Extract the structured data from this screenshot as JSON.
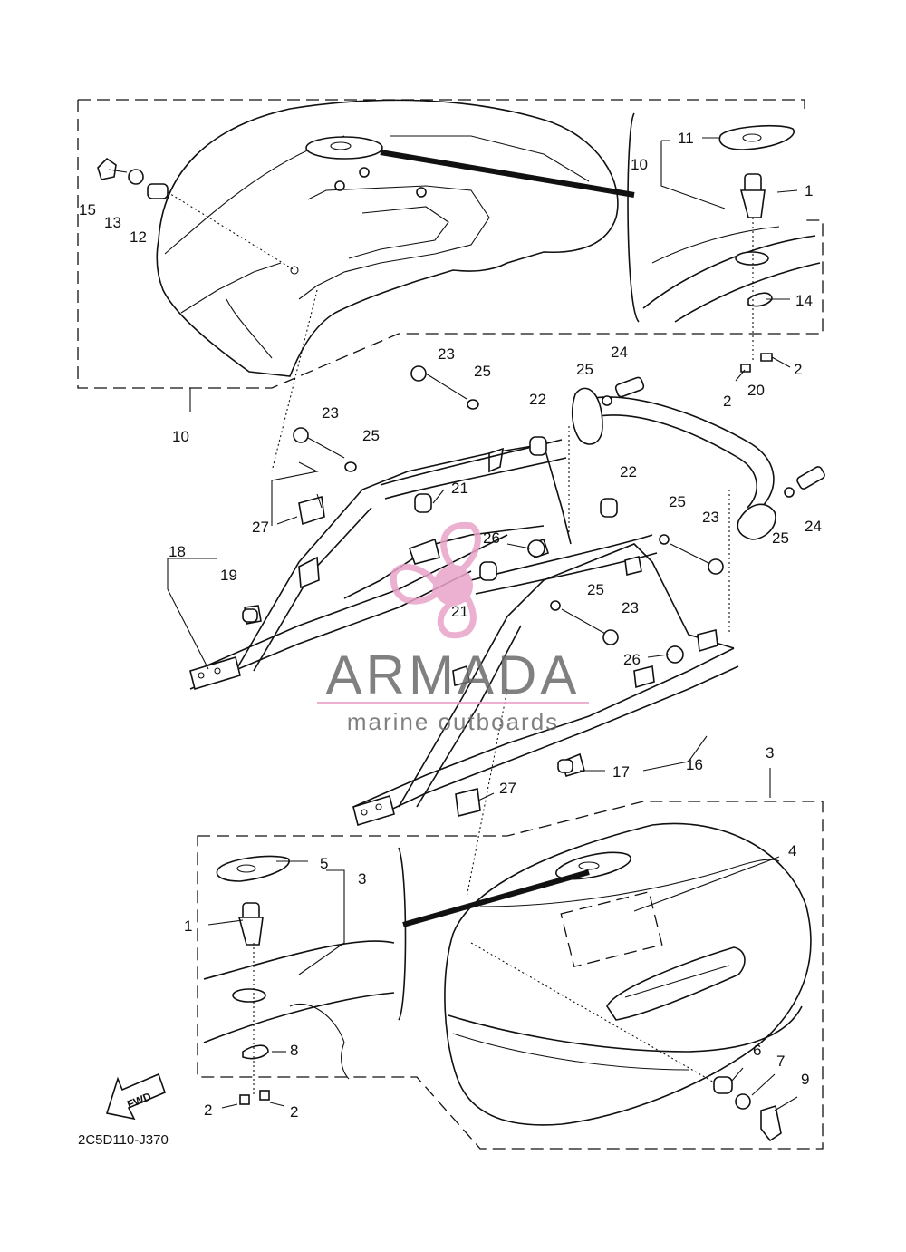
{
  "diagram_code": "2C5D110-J370",
  "fwd_label": "FWD",
  "watermark": {
    "brand": "ARMADA",
    "tagline": "marine outboards",
    "accent_color": "#e9a3c9",
    "text_color": "#6b6b6b"
  },
  "callouts": [
    {
      "id": "c15",
      "text": "15"
    },
    {
      "id": "c13",
      "text": "13"
    },
    {
      "id": "c12",
      "text": "12"
    },
    {
      "id": "c11",
      "text": "11"
    },
    {
      "id": "c10a",
      "text": "10"
    },
    {
      "id": "c1a",
      "text": "1"
    },
    {
      "id": "c14",
      "text": "14"
    },
    {
      "id": "c2a",
      "text": "2"
    },
    {
      "id": "c2b",
      "text": "2"
    },
    {
      "id": "c10b",
      "text": "10"
    },
    {
      "id": "c23a",
      "text": "23"
    },
    {
      "id": "c25a",
      "text": "25"
    },
    {
      "id": "c25b",
      "text": "25"
    },
    {
      "id": "c24a",
      "text": "24"
    },
    {
      "id": "c22a",
      "text": "22"
    },
    {
      "id": "c23b",
      "text": "23"
    },
    {
      "id": "c25c",
      "text": "25"
    },
    {
      "id": "c21a",
      "text": "21"
    },
    {
      "id": "c20",
      "text": "20"
    },
    {
      "id": "c27a",
      "text": "27"
    },
    {
      "id": "c18",
      "text": "18"
    },
    {
      "id": "c19",
      "text": "19"
    },
    {
      "id": "c26a",
      "text": "26"
    },
    {
      "id": "c21b",
      "text": "21"
    },
    {
      "id": "c22b",
      "text": "22"
    },
    {
      "id": "c25d",
      "text": "25"
    },
    {
      "id": "c23c",
      "text": "23"
    },
    {
      "id": "c25e",
      "text": "25"
    },
    {
      "id": "c24b",
      "text": "24"
    },
    {
      "id": "c25f",
      "text": "25"
    },
    {
      "id": "c23d",
      "text": "23"
    },
    {
      "id": "c26b",
      "text": "26"
    },
    {
      "id": "c17",
      "text": "17"
    },
    {
      "id": "c16",
      "text": "16"
    },
    {
      "id": "c3a",
      "text": "3"
    },
    {
      "id": "c27b",
      "text": "27"
    },
    {
      "id": "c4",
      "text": "4"
    },
    {
      "id": "c5",
      "text": "5"
    },
    {
      "id": "c3b",
      "text": "3"
    },
    {
      "id": "c1b",
      "text": "1"
    },
    {
      "id": "c8",
      "text": "8"
    },
    {
      "id": "c6",
      "text": "6"
    },
    {
      "id": "c7",
      "text": "7"
    },
    {
      "id": "c9",
      "text": "9"
    },
    {
      "id": "c2c",
      "text": "2"
    },
    {
      "id": "c2d",
      "text": "2"
    }
  ]
}
